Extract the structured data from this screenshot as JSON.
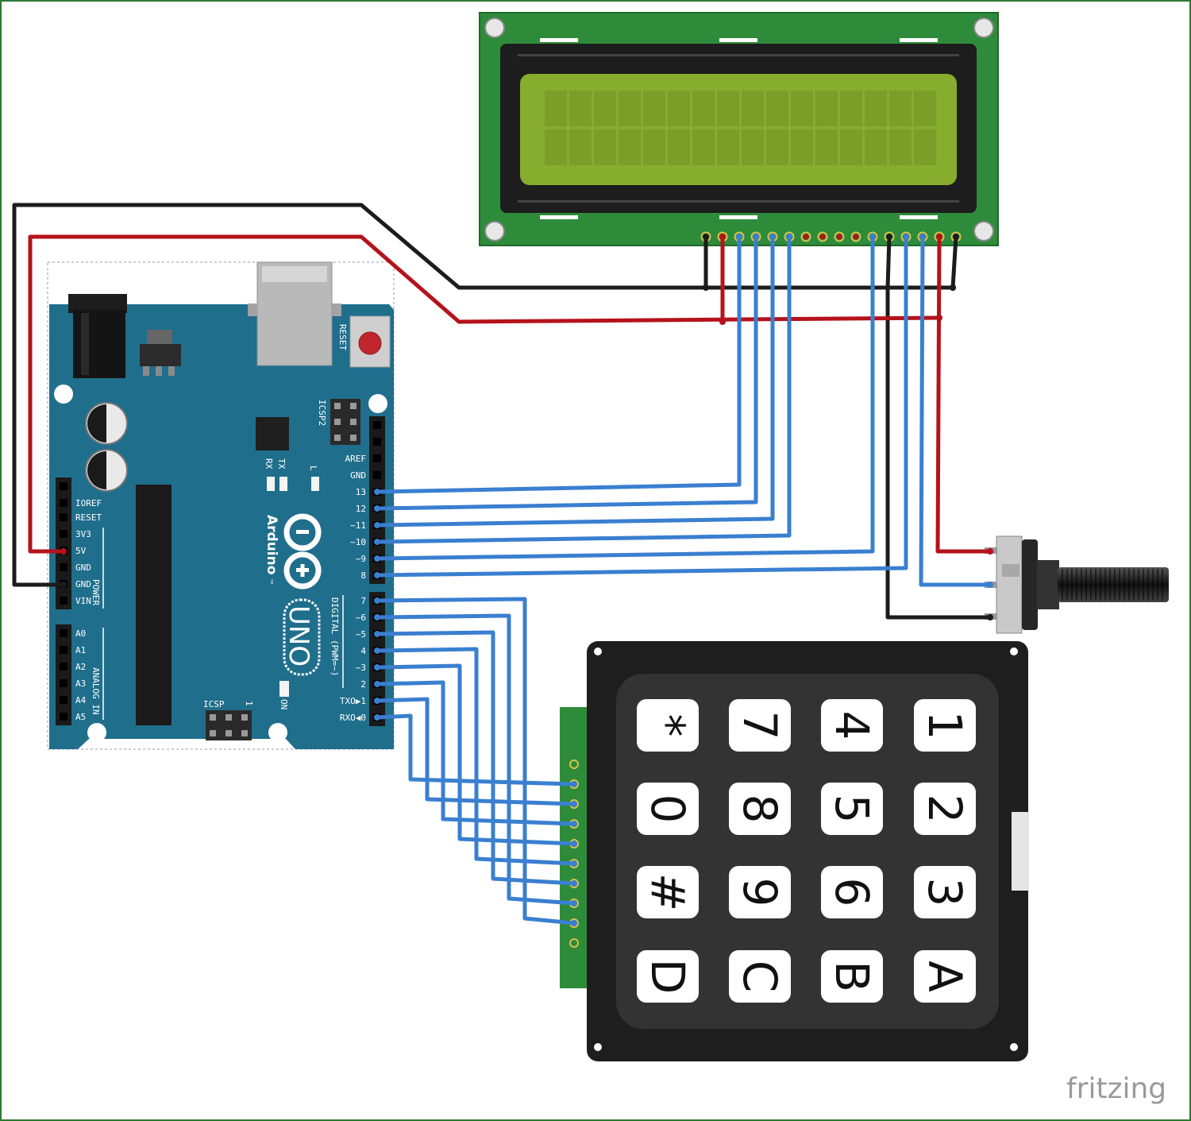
{
  "arduino": {
    "brand": "Arduino",
    "trademark": "™",
    "model": "UNO",
    "reset_label": "RESET",
    "icsp2_label": "ICSP2",
    "icsp_label": "ICSP",
    "icsp_pin1": "1",
    "tx_label": "TX",
    "rx_label": "RX",
    "l_label": "L",
    "on_label": "ON",
    "digital_label": "DIGITAL (PWM=~)",
    "power_label": "POWER",
    "analog_label": "ANALOG IN",
    "power_pins": [
      "IOREF",
      "RESET",
      "3V3",
      "5V",
      "GND",
      "GND",
      "VIN"
    ],
    "analog_pins": [
      "A0",
      "A1",
      "A2",
      "A3",
      "A4",
      "A5"
    ],
    "digital_high_pins": [
      "AREF",
      "GND",
      "13",
      "12",
      "~11",
      "~10",
      "~9",
      "8"
    ],
    "digital_low_pins": [
      "7",
      "~6",
      "~5",
      "4",
      "~3",
      "2",
      "TXO▶1",
      "RXO◀0"
    ]
  },
  "keypad": {
    "keys": [
      [
        "*",
        "7",
        "4",
        "1"
      ],
      [
        "0",
        "8",
        "5",
        "2"
      ],
      [
        "#",
        "9",
        "6",
        "3"
      ],
      [
        "D",
        "C",
        "B",
        "A"
      ]
    ]
  },
  "watermark": "fritzing",
  "colors": {
    "board_blue": "#1f6e8c",
    "lcd_pcb_green": "#2e8b3a",
    "lcd_screen": "#86ad2e",
    "wire_red": "#b5121b",
    "wire_black": "#1c1c1c",
    "wire_blue": "#3a7fd0",
    "keypad_body": "#1e1e1e"
  }
}
